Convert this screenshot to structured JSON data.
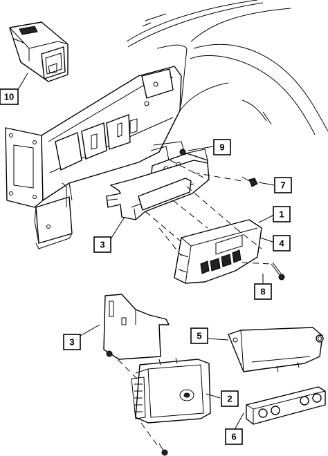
{
  "callouts": [
    {
      "id": "c10",
      "label": "10"
    },
    {
      "id": "c9",
      "label": "9"
    },
    {
      "id": "c7",
      "label": "7"
    },
    {
      "id": "c1",
      "label": "1"
    },
    {
      "id": "c4",
      "label": "4"
    },
    {
      "id": "c3a",
      "label": "3"
    },
    {
      "id": "c8",
      "label": "8"
    },
    {
      "id": "c5",
      "label": "5"
    },
    {
      "id": "c3b",
      "label": "3"
    },
    {
      "id": "c2",
      "label": "2"
    },
    {
      "id": "c6",
      "label": "6"
    }
  ]
}
